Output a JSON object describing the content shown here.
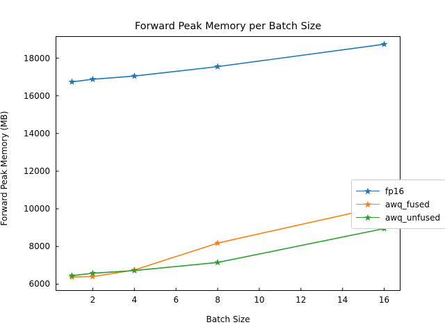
{
  "chart_data": {
    "type": "line",
    "title": "Forward Peak Memory per Batch Size",
    "xlabel": "Batch Size",
    "ylabel": "Forward Peak Memory (MB)",
    "x": [
      1,
      2,
      4,
      8,
      16
    ],
    "xlim": [
      0.25,
      16.75
    ],
    "ylim": [
      5680,
      19130
    ],
    "xticks": [
      2,
      4,
      6,
      8,
      10,
      12,
      14,
      16
    ],
    "xtick_labels": [
      "2",
      "4",
      "6",
      "8",
      "10",
      "12",
      "14",
      "16"
    ],
    "yticks": [
      6000,
      8000,
      10000,
      12000,
      14000,
      16000,
      18000
    ],
    "ytick_labels": [
      "6000",
      "8000",
      "10000",
      "12000",
      "14000",
      "16000",
      "18000"
    ],
    "grid": false,
    "legend_position": "center right",
    "marker": "star",
    "series": [
      {
        "name": "fp16",
        "color": "#1f77b4",
        "values": [
          16740,
          16880,
          17050,
          17550,
          18740
        ]
      },
      {
        "name": "awq_fused",
        "color": "#ff7f0e",
        "values": [
          6380,
          6400,
          6750,
          8180,
          10150
        ]
      },
      {
        "name": "awq_unfused",
        "color": "#2ca02c",
        "values": [
          6450,
          6580,
          6720,
          7150,
          8950
        ]
      }
    ]
  },
  "figure": {
    "background": "#ffffff",
    "axes_color": "#000000"
  }
}
